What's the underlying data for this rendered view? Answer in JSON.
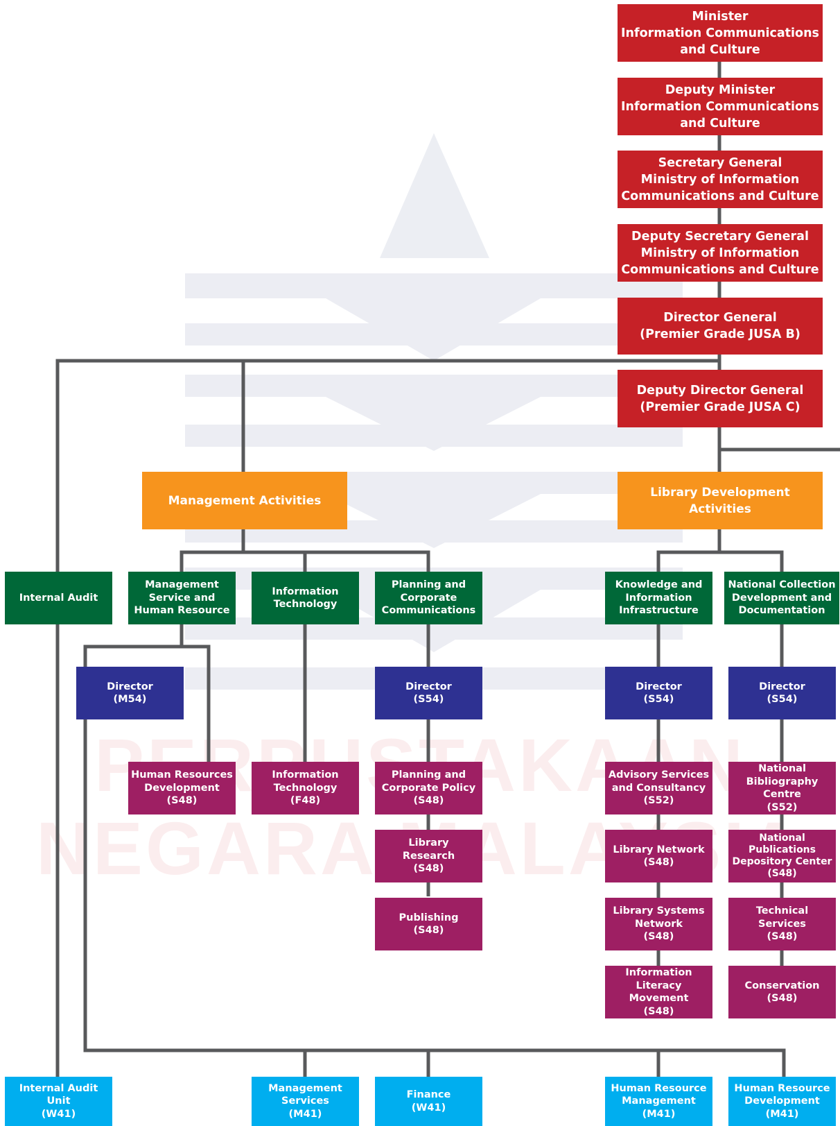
{
  "watermark": {
    "line1": "PERPUSTAKAAN",
    "line2": "NEGARA MALAYSIA"
  },
  "colors": {
    "executive": "#c62127",
    "activity": "#f7941d",
    "division": "#006838",
    "director": "#2e3192",
    "section": "#9e1f63",
    "unit": "#00aeef",
    "connector": "#58595b",
    "watermark_gray": "#e6e8ef"
  },
  "nodes": {
    "minister": "Minister\nInformation Communications\nand Culture",
    "deputy_minister": "Deputy Minister\nInformation Communications\nand Culture",
    "secretary_general": "Secretary General\nMinistry of Information\nCommunications and Culture",
    "deputy_secretary_general": "Deputy Secretary General\nMinistry of Information\nCommunications and Culture",
    "director_general": "Director General\n(Premier Grade JUSA B)",
    "deputy_director_general": "Deputy Director General\n(Premier Grade JUSA C)",
    "management_activities": "Management Activities",
    "library_development_activities": "Library Development\nActivities",
    "internal_audit": "Internal Audit",
    "management_service_hr": "Management\nService and\nHuman Resource",
    "information_technology_div": "Information\nTechnology",
    "planning_corporate_comm": "Planning and\nCorporate\nCommunications",
    "knowledge_info_infra": "Knowledge and\nInformation\nInfrastructure",
    "national_collection_dev": "National Collection\nDevelopment and\nDocumentation",
    "director_m54": "Director\n(M54)",
    "director_s54_planning": "Director\n(S54)",
    "director_s54_knowledge": "Director\n(S54)",
    "director_s54_national": "Director\n(S54)",
    "hr_development": "Human Resources\nDevelopment\n(S48)",
    "information_technology_f48": "Information\nTechnology\n(F48)",
    "planning_corporate_policy": "Planning and\nCorporate Policy\n(S48)",
    "library_research": "Library\nResearch\n(S48)",
    "publishing": "Publishing\n(S48)",
    "advisory_services": "Advisory Services\nand Consultancy\n(S52)",
    "library_network": "Library Network\n(S48)",
    "library_systems_network": "Library Systems\nNetwork\n(S48)",
    "information_literacy": "Information Literacy\nMovement\n(S48)",
    "national_bibliography": "National\nBibliography Centre\n(S52)",
    "national_publications": "National\nPublications\nDepository Center\n(S48)",
    "technical_services": "Technical Services\n(S48)",
    "conservation": "Conservation\n(S48)",
    "internal_audit_unit": "Internal Audit Unit\n(W41)",
    "management_services_m41": "Management\nServices\n(M41)",
    "finance_w41": "Finance\n(W41)",
    "hr_management_m41": "Human Resource\nManagement\n(M41)",
    "hr_development_m41": "Human Resource\nDevelopment\n(M41)"
  }
}
